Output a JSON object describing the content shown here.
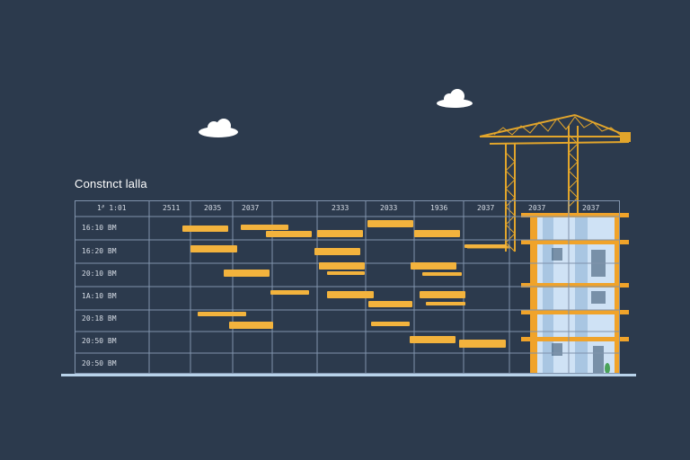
{
  "diagram": {
    "title": "Constnct lalla",
    "columns": [
      "1ᐥ 1:01",
      "2511",
      "2035",
      "2037",
      "2333",
      "2033",
      "1936",
      "2037",
      "2037",
      "2037"
    ],
    "rows": [
      "16:10 BM",
      "16:20 BM",
      "20:10 BM",
      "1A:10 BM",
      "20:18 BM",
      "20:50 BM",
      "20:50 BM"
    ],
    "tasks": [
      {
        "row": 0,
        "label": "",
        "start": 0,
        "end": 1
      },
      {
        "row": 0,
        "label": "",
        "start": 1,
        "end": 2
      },
      {
        "row": 0,
        "label": "",
        "start": 2,
        "end": 3
      }
    ],
    "colors": {
      "background": "#2c3a4d",
      "grid": "#8093ac",
      "task": "#f3b33d",
      "crane": "#e2a52b",
      "building_frame": "#f0a32a",
      "glass": "#cfe2f5",
      "ground": "#b9d3ea"
    }
  }
}
